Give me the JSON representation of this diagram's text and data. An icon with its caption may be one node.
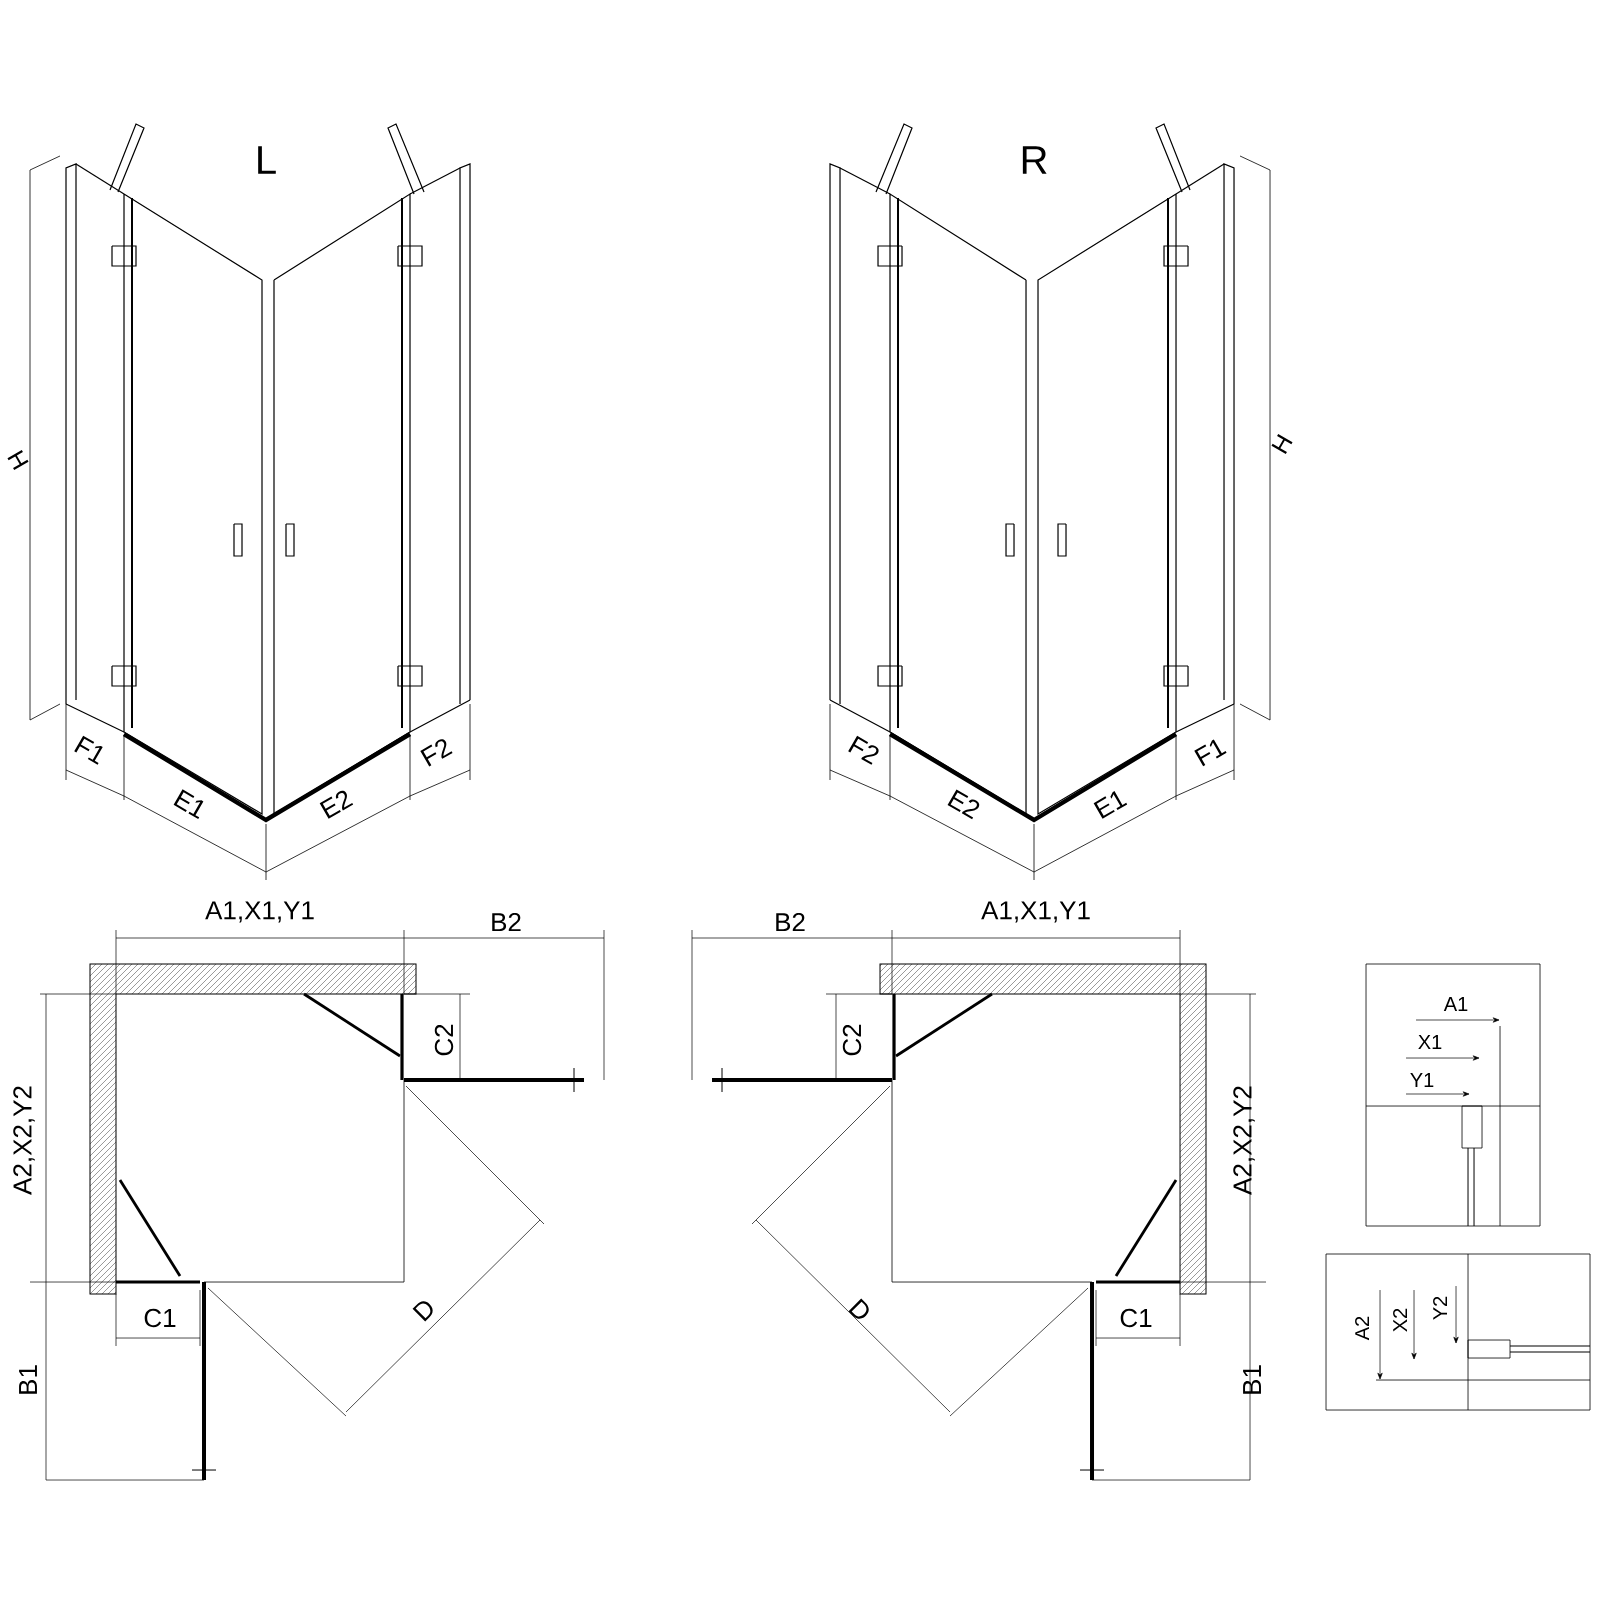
{
  "diagram": {
    "labels": [
      "L",
      "R",
      "H",
      "H",
      "F1",
      "E1",
      "E2",
      "F2",
      "F2",
      "E2",
      "E1",
      "F1",
      "A1,X1,Y1",
      "B2",
      "B2",
      "A1,X1,Y1",
      "C2",
      "A2,X2,Y2",
      "C2",
      "A2,X2,Y2",
      "A1",
      "X1",
      "Y1",
      "D",
      "D",
      "C1",
      "C1",
      "A2",
      "X2",
      "Y2",
      "B1",
      "B1"
    ]
  }
}
